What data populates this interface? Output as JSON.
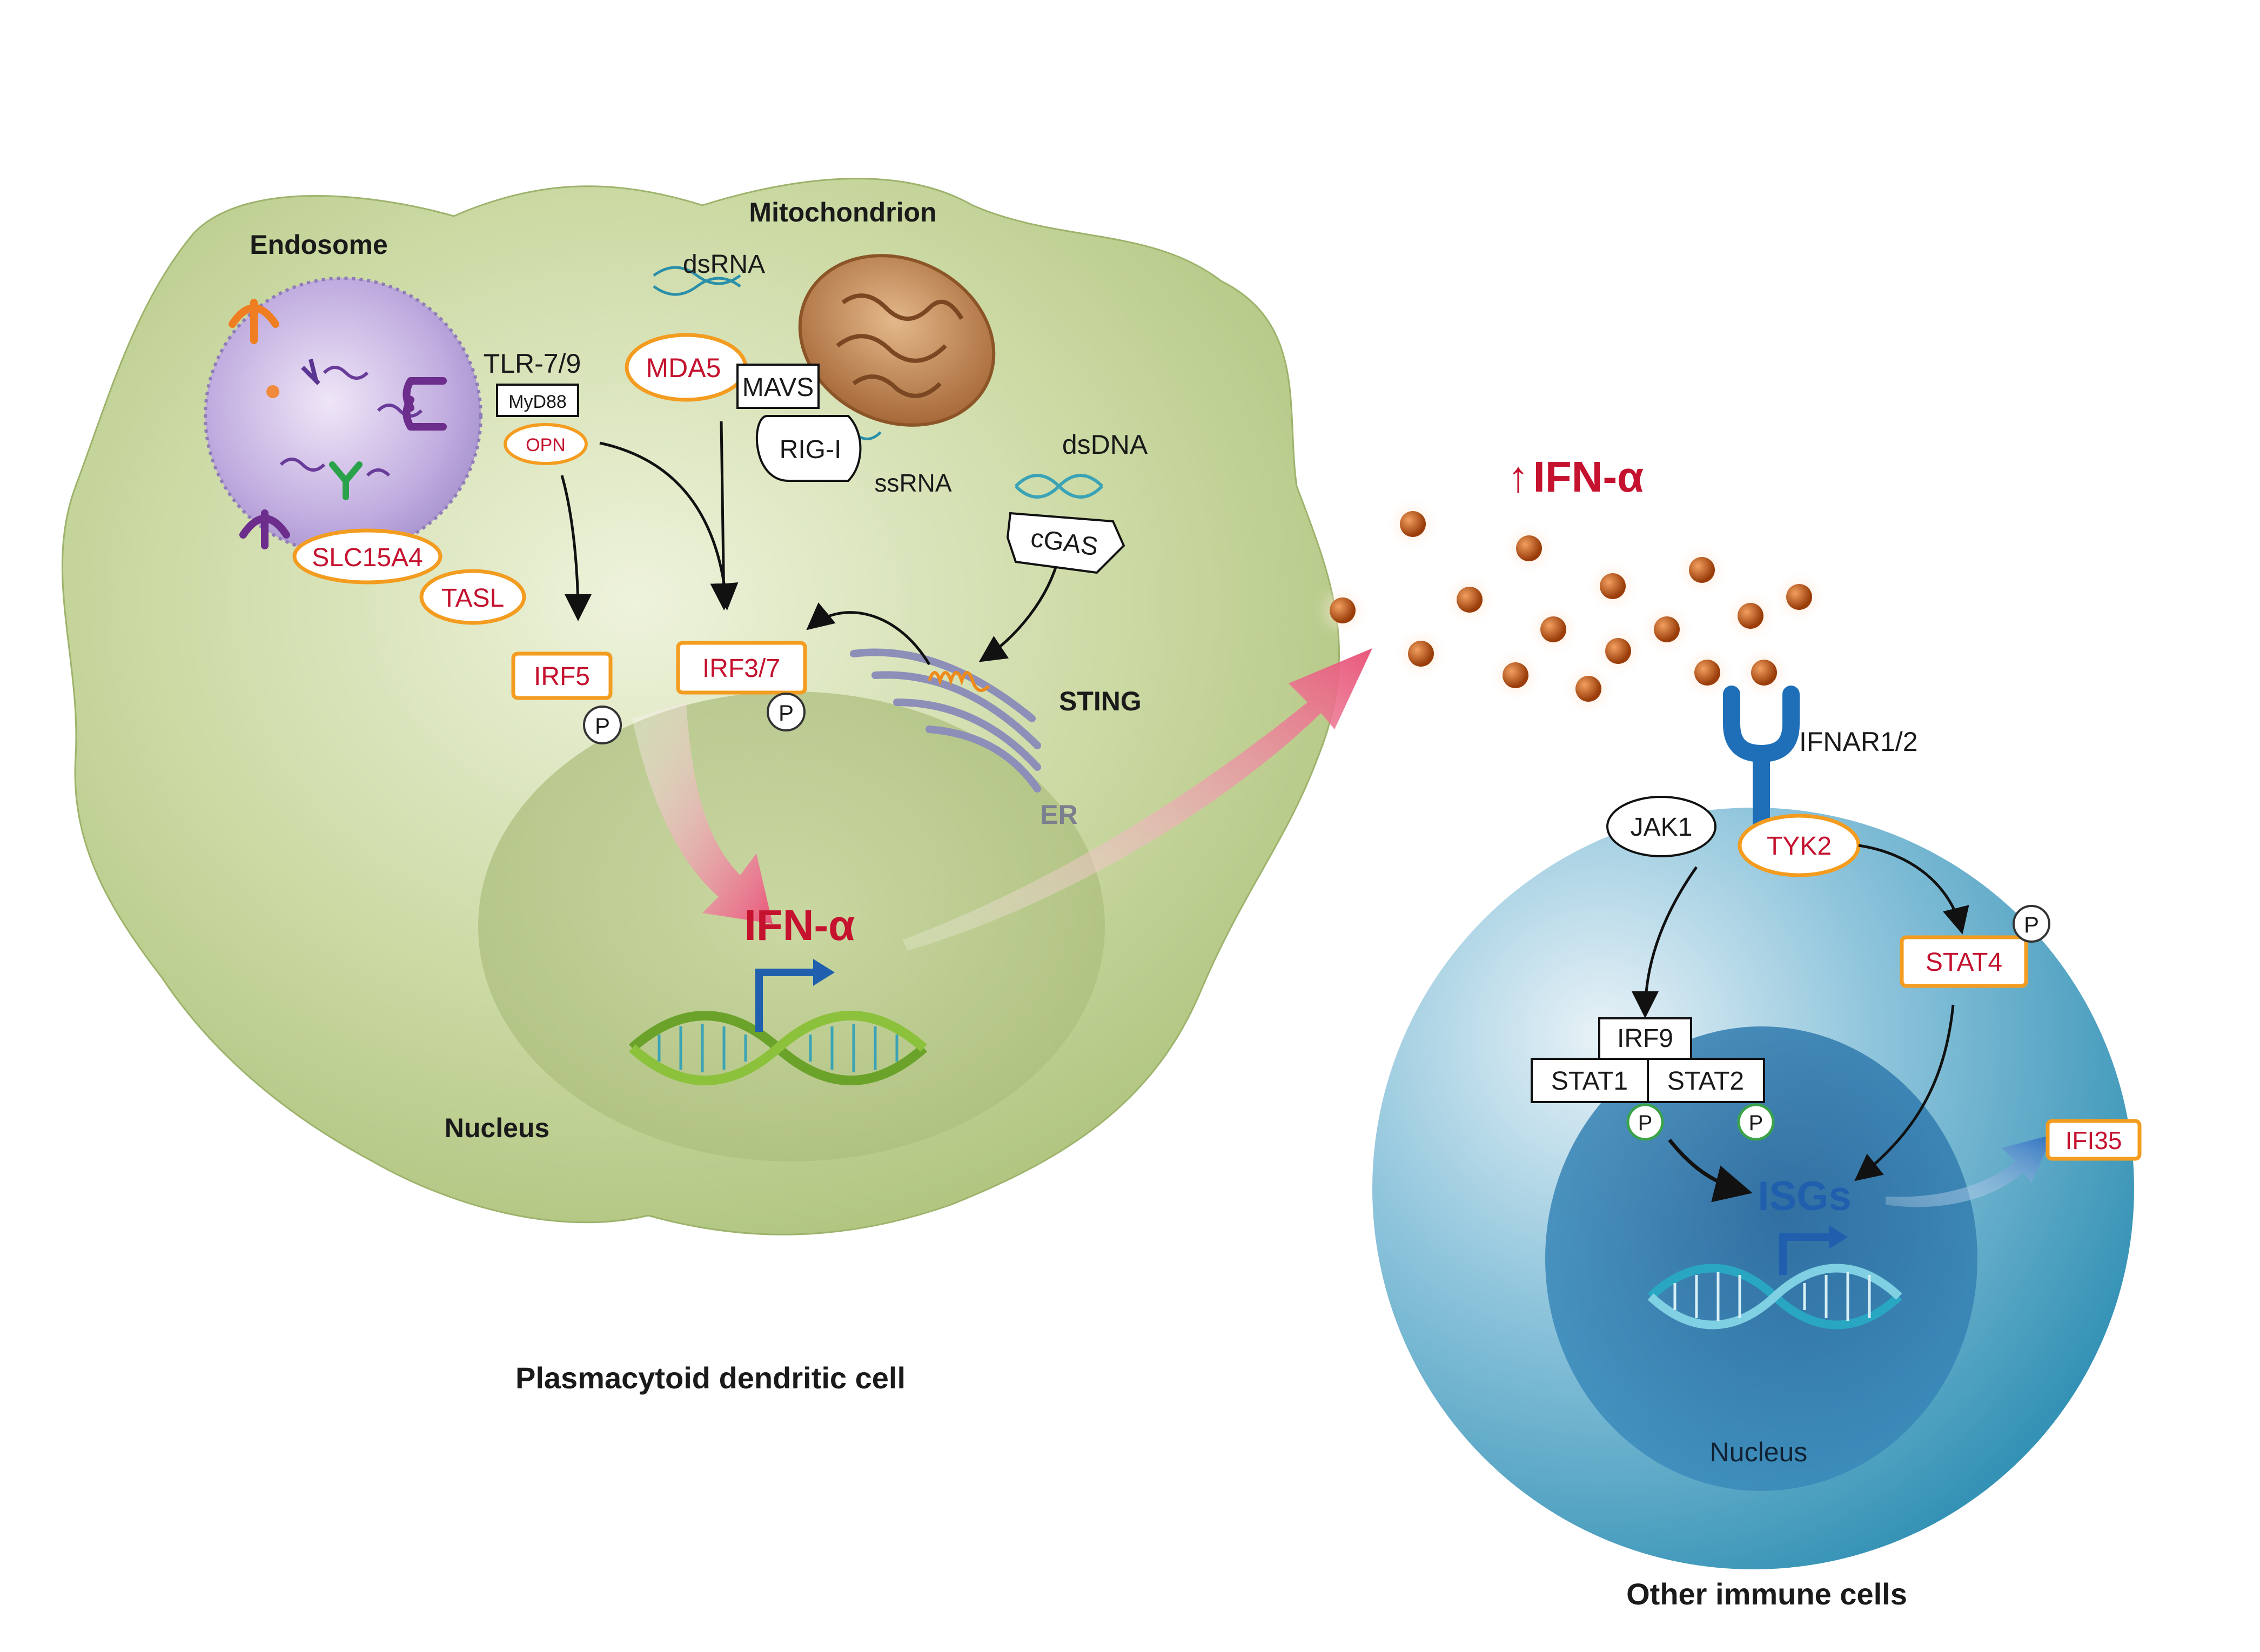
{
  "pdc": {
    "caption": "Plasmacytoid dendritic cell",
    "organelles": {
      "endosome": "Endosome",
      "mitochondrion": "Mitochondrion",
      "nucleus": "Nucleus",
      "er": "ER"
    },
    "molecules": {
      "tlr": "TLR-7/9",
      "myd88": "MyD88",
      "opn": "OPN",
      "slc15a4": "SLC15A4",
      "tasl": "TASL",
      "dsrna": "dsRNA",
      "mda5": "MDA5",
      "mavs": "MAVS",
      "rigi": "RIG-I",
      "ssrna": "ssRNA",
      "dsdna": "dsDNA",
      "cgas": "cGAS",
      "sting": "STING",
      "irf5": "IRF5",
      "irf37": "IRF3/7",
      "p1": "P",
      "p2": "P",
      "ifna_gene": "IFN-α"
    }
  },
  "secreted": {
    "label": "IFN-α",
    "arrow": "↑"
  },
  "immune": {
    "caption": "Other immune cells",
    "receptor": "IFNAR1/2",
    "jak1": "JAK1",
    "tyk2": "TYK2",
    "stat4": "STAT4",
    "stat4_p": "P",
    "irf9": "IRF9",
    "stat1": "STAT1",
    "stat2": "STAT2",
    "stat1_p": "P",
    "stat2_p": "P",
    "isgs": "ISGs",
    "ifi35": "IFI35",
    "nucleus": "Nucleus"
  },
  "colors": {
    "highlight_text": "#c4122f",
    "highlight_border": "#f39c1f",
    "pdc_cell": "#c7d69a",
    "immune_cell": "#4fa9c8",
    "ifn_particle": "#b04a12"
  }
}
